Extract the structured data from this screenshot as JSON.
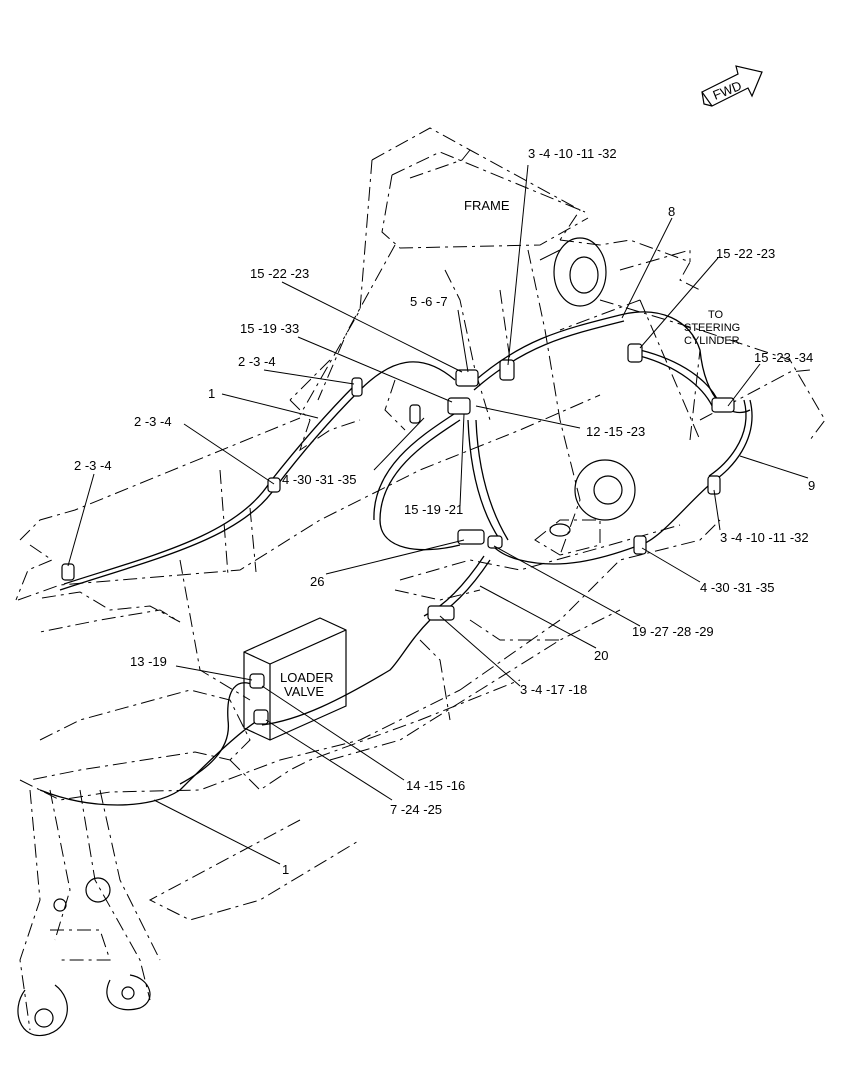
{
  "fwd_arrow": "FWD",
  "frame_label": "FRAME",
  "steering_note": [
    "TO",
    "STEERING",
    "CYLINDER"
  ],
  "loader_valve": [
    "LOADER",
    "VALVE"
  ],
  "callouts": [
    "3 -4 -10 -11 -32",
    "8",
    "15 -22 -23",
    "15 -22 -23",
    "5 -6 -7",
    "15 -19 -33",
    "2 -3 -4",
    "1",
    "2 -3 -4",
    "2 -3 -4",
    "4 -30 -31 -35",
    "12 -15 -23",
    "15 -23 -34",
    "9",
    "15 -19 -21",
    "3 -4 -10 -11 -32",
    "26",
    "4 -30 -31 -35",
    "19 -27 -28 -29",
    "20",
    "13 -19",
    "3 -4 -17 -18",
    "14 -15 -16",
    "7 -24 -25",
    "1"
  ]
}
